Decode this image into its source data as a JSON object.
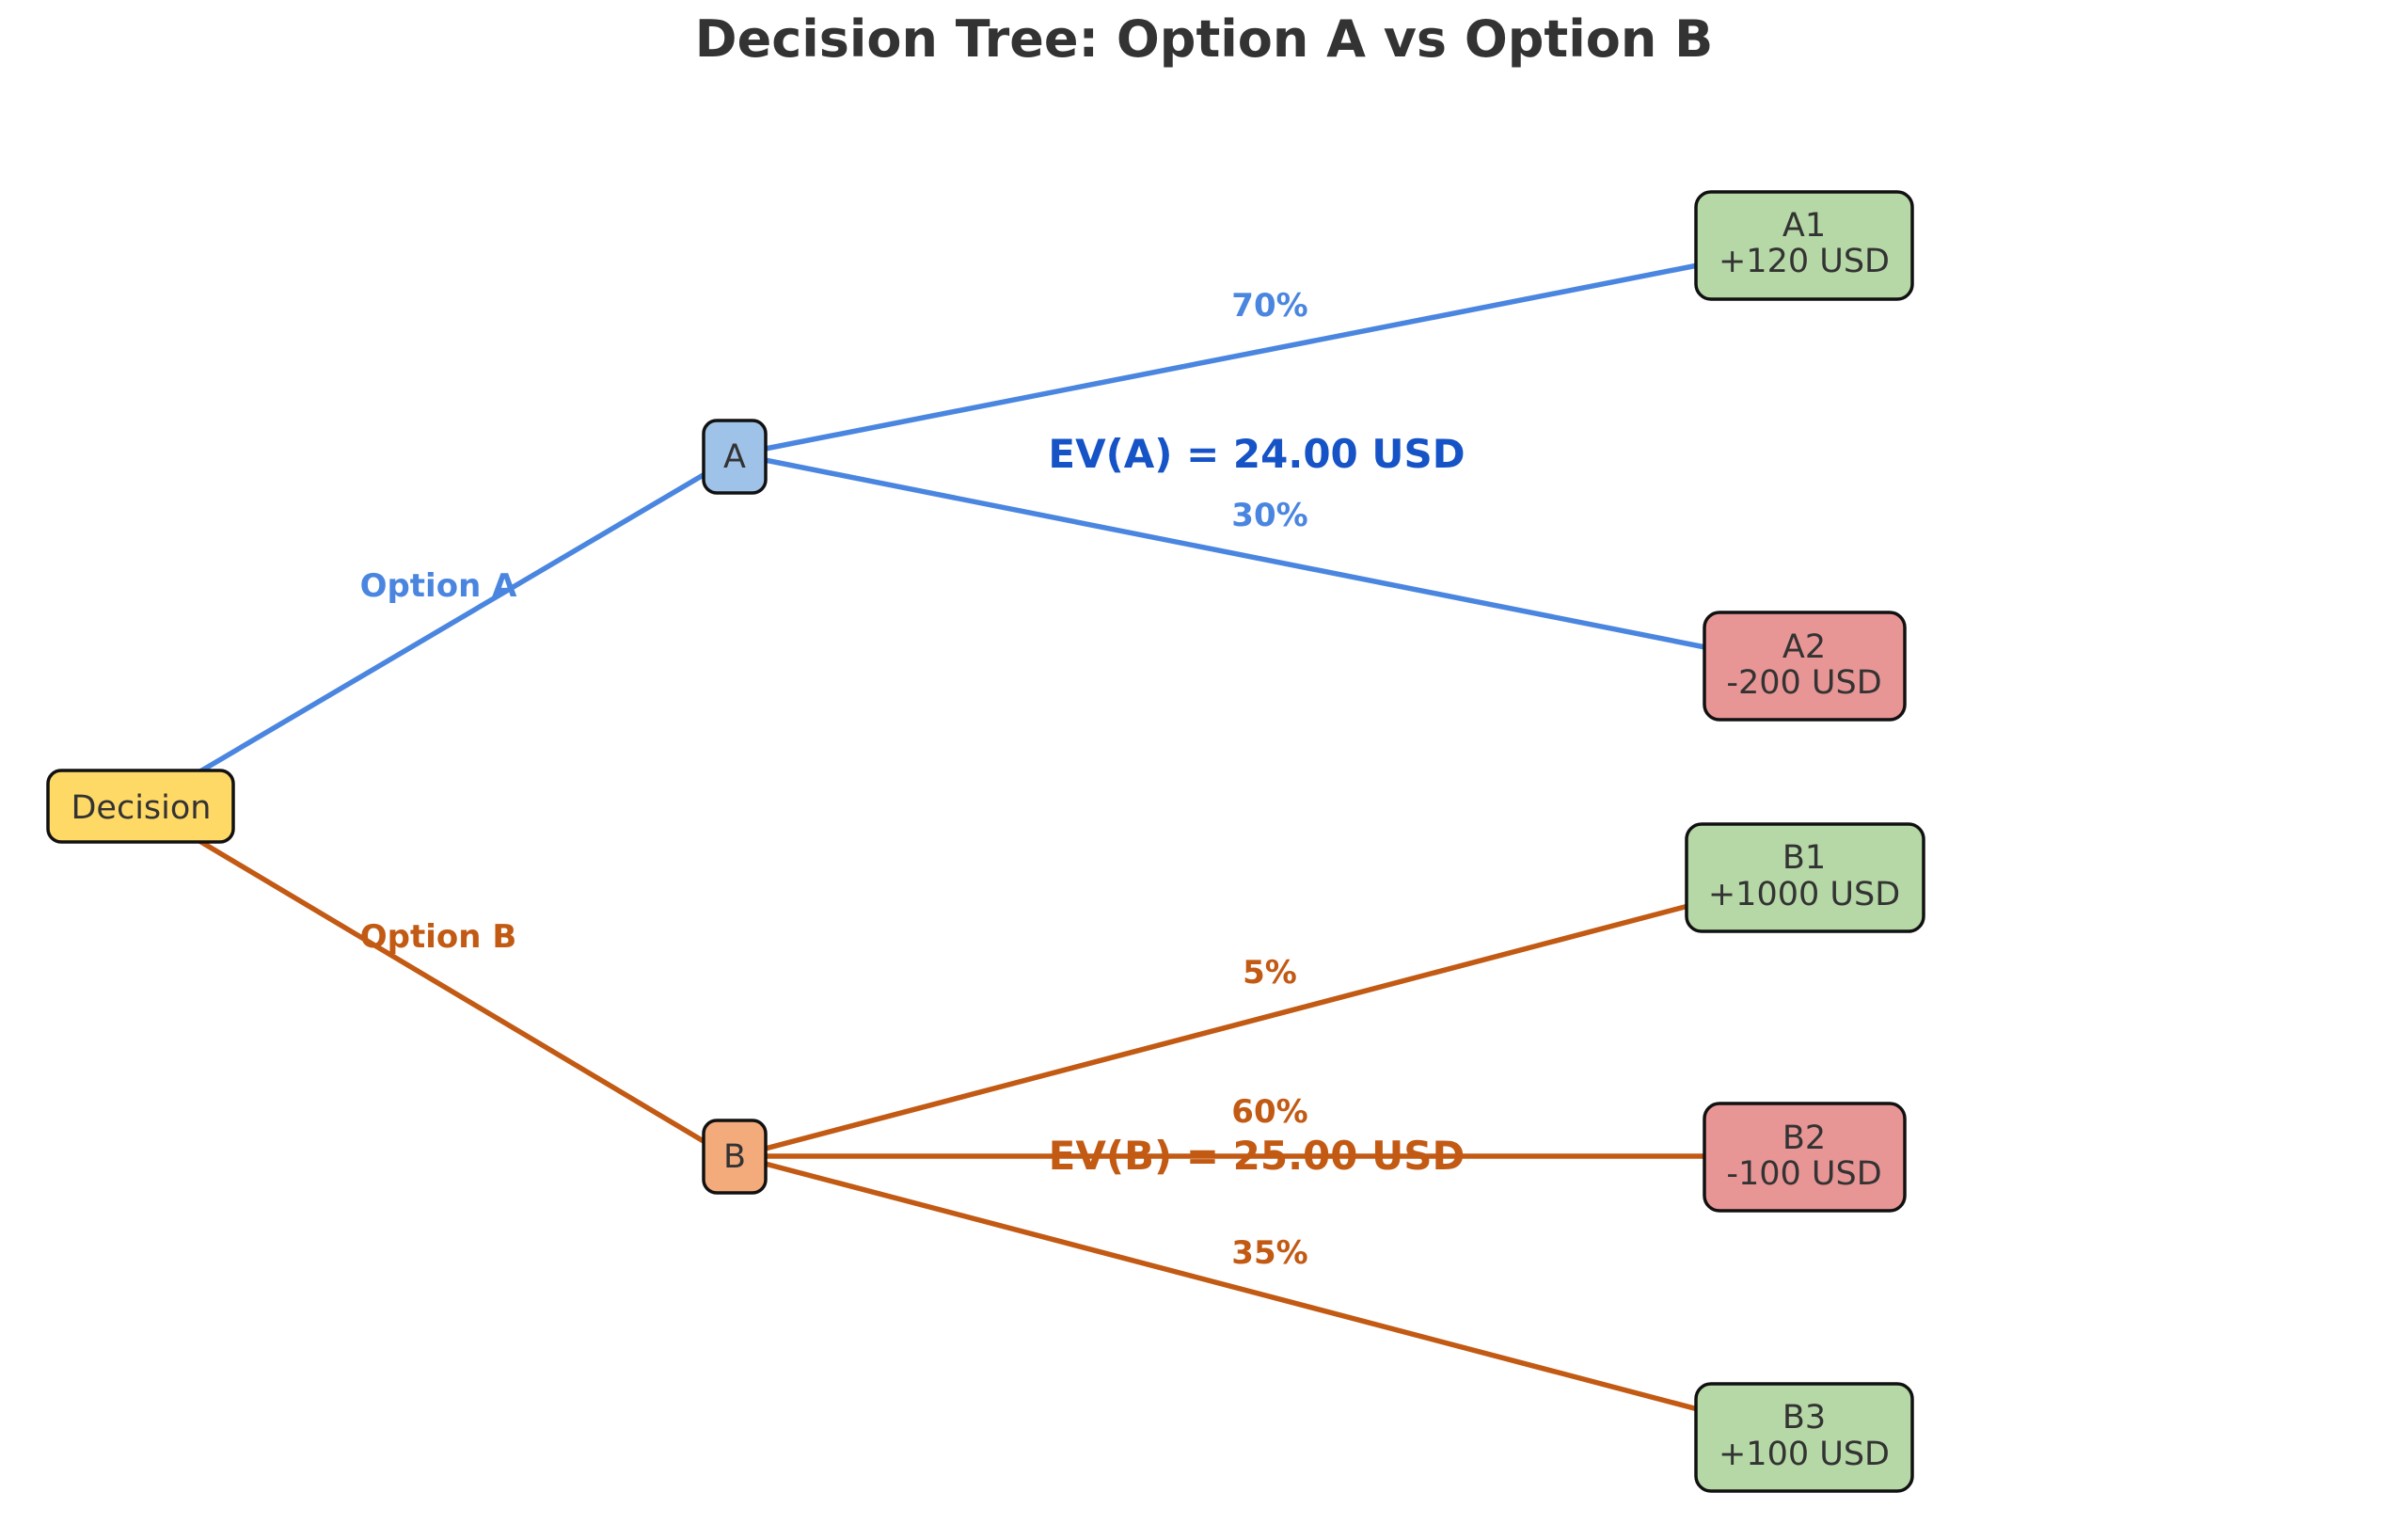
{
  "title": "Decision Tree: Option A vs Option B",
  "colors": {
    "option_a": "#4a86e0",
    "option_b": "#c25a14",
    "ev_a": "#1553c6",
    "ev_b": "#c25a14",
    "decision_fill": "#ffd966",
    "chance_a_fill": "#9fc2e8",
    "chance_b_fill": "#f3ab7c",
    "gain_fill": "#b5d8a6",
    "loss_fill": "#e89595"
  },
  "nodes": {
    "decision": {
      "label": "Decision"
    },
    "chance_a": {
      "label": "A"
    },
    "chance_b": {
      "label": "B"
    },
    "a1": {
      "name": "A1",
      "payoff": "+120 USD"
    },
    "a2": {
      "name": "A2",
      "payoff": "-200 USD"
    },
    "b1": {
      "name": "B1",
      "payoff": "+1000 USD"
    },
    "b2": {
      "name": "B2",
      "payoff": "-100 USD"
    },
    "b3": {
      "name": "B3",
      "payoff": "+100 USD"
    }
  },
  "edges": {
    "option_a": "Option A",
    "option_b": "Option B",
    "a1_prob": "70%",
    "a2_prob": "30%",
    "b1_prob": "5%",
    "b2_prob": "60%",
    "b3_prob": "35%"
  },
  "expected_values": {
    "a": "EV(A) = 24.00 USD",
    "b": "EV(B) = 25.00 USD"
  }
}
